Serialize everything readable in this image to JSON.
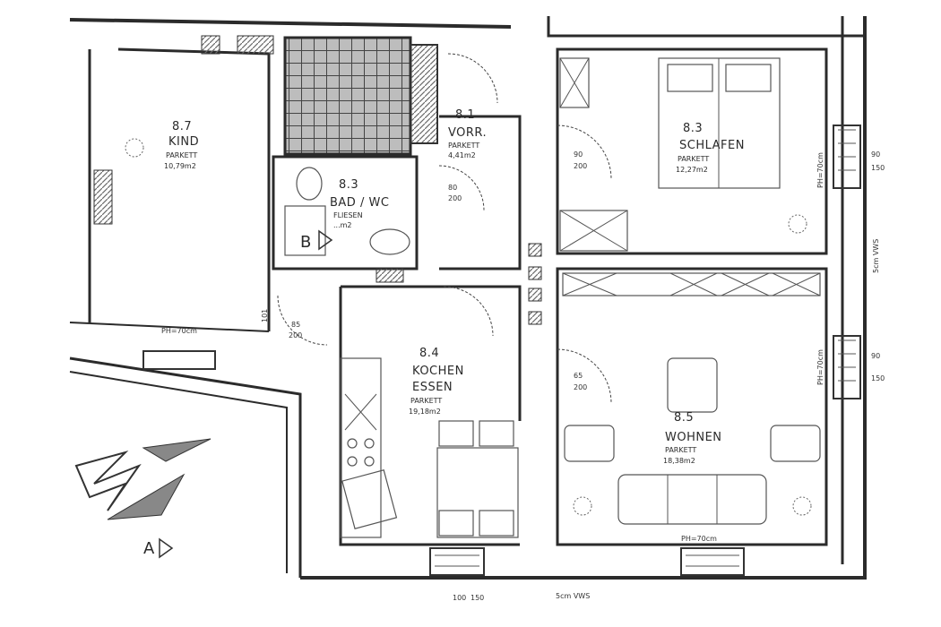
{
  "rooms": {
    "kind": {
      "number": "8.7",
      "name": "KIND",
      "floor": "PARKETT",
      "area": "10,79m2"
    },
    "bad": {
      "number": "8.3",
      "name": "BAD / WC",
      "floor": "FLIESEN",
      "area": "...m2"
    },
    "vorr": {
      "number": "8.1",
      "name": "VORR.",
      "floor": "PARKETT",
      "area": "4,41m2"
    },
    "schlafen": {
      "number": "8.3",
      "name": "SCHLAFEN",
      "floor": "PARKETT",
      "area": "12,27m2"
    },
    "kochen": {
      "number": "8.4",
      "name": "KOCHEN",
      "name2": "ESSEN",
      "floor": "PARKETT",
      "area": "19,18m2"
    },
    "wohnen": {
      "number": "8.5",
      "name": "WOHNEN",
      "floor": "PARKETT",
      "area": "18,38m2"
    }
  },
  "dimensions": {
    "door_85_200": [
      "85",
      "200"
    ],
    "door_80_200": [
      "80",
      "200"
    ],
    "door_90_200": [
      "90",
      "200"
    ],
    "door_65_200": [
      "65",
      "200"
    ],
    "window_90_150": [
      "90",
      "150"
    ],
    "window_100_150": [
      "100",
      "150"
    ],
    "wall_5cm_vws": "5cm VWS",
    "wall_5cm_vws_right": "5cm VWS",
    "sill_kind": "PH=70cm",
    "sill_schlafen": "PH=70cm",
    "sill_wohnen": "PH=70cm",
    "sill_wohnen_bottom": "PH=70cm",
    "dim_101": "101"
  },
  "markers": {
    "section_a": "A",
    "section_b": "B"
  },
  "colors": {
    "wall": "#2b2b2b",
    "hatch": "#7a7a7a",
    "paper": "#ffffff"
  }
}
